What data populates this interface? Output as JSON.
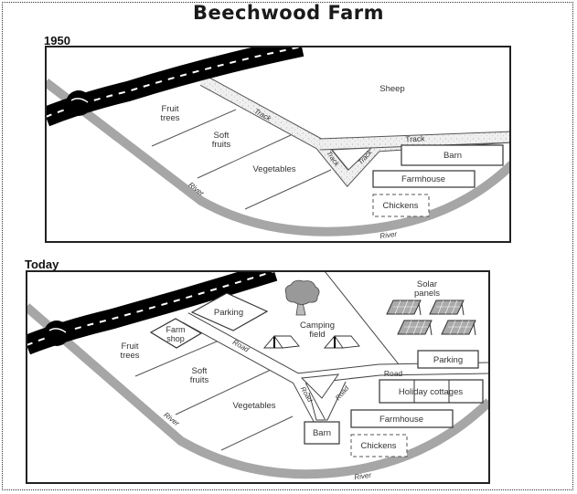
{
  "title": "Beechwood Farm",
  "panels": {
    "past": {
      "label": "1950",
      "fields": {
        "fruit_trees_1": "Fruit",
        "fruit_trees_2": "trees",
        "soft_fruits_1": "Soft",
        "soft_fruits_2": "fruits",
        "vegetables": "Vegetables",
        "sheep": "Sheep"
      },
      "tracks": {
        "track_a": "Track",
        "track_b": "Track",
        "track_c": "Track",
        "track_d": "Track"
      },
      "buildings": {
        "barn": "Barn",
        "farmhouse": "Farmhouse",
        "chickens": "Chickens"
      },
      "river_1": "River",
      "river_2": "River"
    },
    "today": {
      "label": "Today",
      "fields": {
        "fruit_trees_1": "Fruit",
        "fruit_trees_2": "trees",
        "soft_fruits_1": "Soft",
        "soft_fruits_2": "fruits",
        "vegetables": "Vegetables",
        "camping_1": "Camping",
        "camping_2": "field",
        "solar_1": "Solar",
        "solar_2": "panels"
      },
      "roads": {
        "road_a": "Road",
        "road_b": "Road",
        "road_c": "Road",
        "road_d": "Road"
      },
      "buildings": {
        "parking_left": "Parking",
        "farm_shop_1": "Farm",
        "farm_shop_2": "shop",
        "parking_right": "Parking",
        "holiday_cottages": "Holiday cottages",
        "farmhouse": "Farmhouse",
        "barn": "Barn",
        "chickens": "Chickens"
      },
      "river_1": "River",
      "river_2": "River"
    }
  },
  "colors": {
    "river": "#a6a6a6",
    "road": "#000000",
    "track_fill": "#ececec",
    "line": "#444444"
  }
}
